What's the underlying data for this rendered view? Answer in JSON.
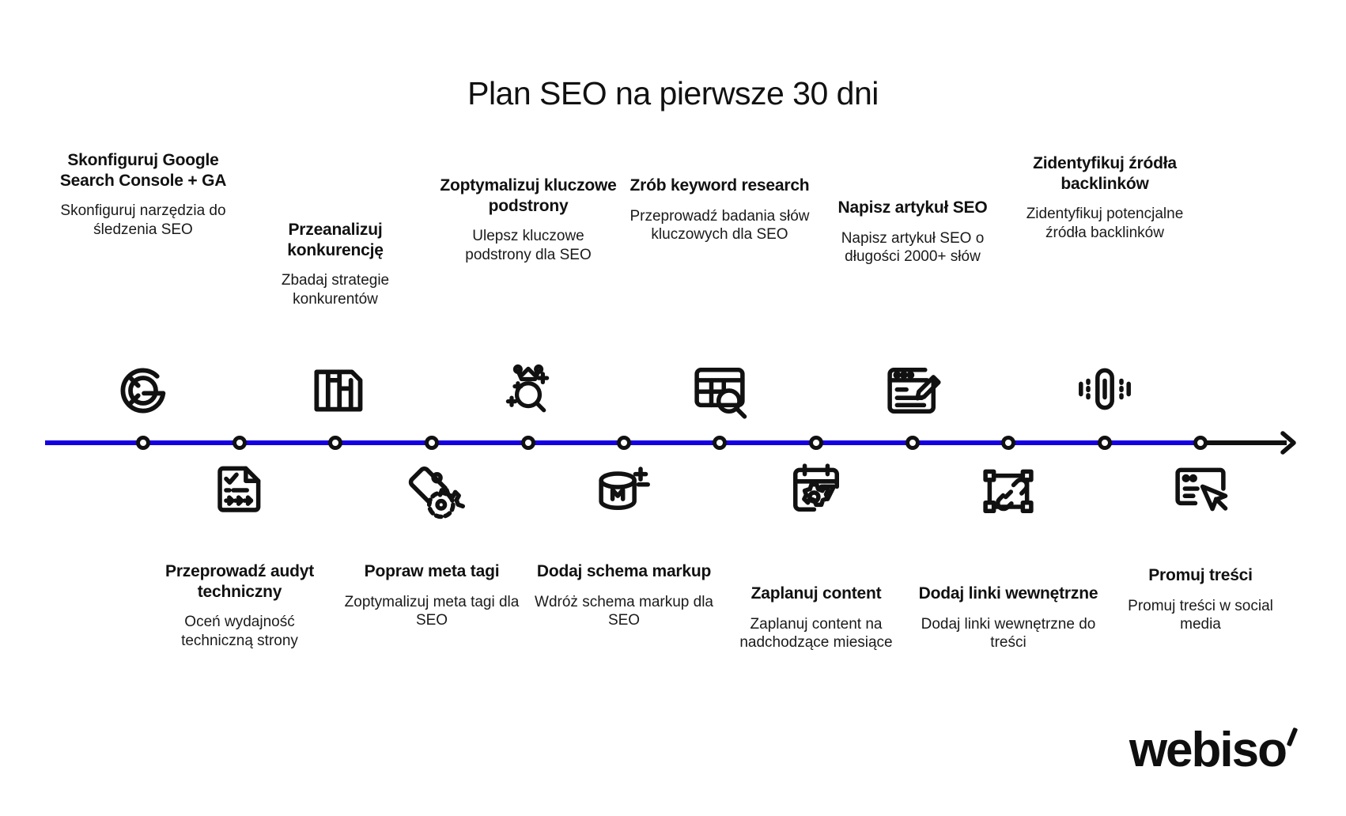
{
  "title": "Plan SEO na pierwsze 30 dni",
  "colors": {
    "timeline_blue": "#1400e0",
    "timeline_black": "#111111",
    "text": "#111111",
    "background": "#ffffff"
  },
  "logo": {
    "text": "webiso",
    "mark": "tick-accent"
  },
  "timeline": {
    "dot_count": 12,
    "arrow": "arrow-right"
  },
  "steps_above": [
    {
      "heading": "Skonfiguruj Google Search Console + GA",
      "desc": "Skonfiguruj narzędzia do śledzenia SEO",
      "icon": "google-g-icon"
    },
    {
      "heading": "Przeanalizuj konkurencję",
      "desc": "Zbadaj strategie konkurentów",
      "icon": "bar-chart-icon"
    },
    {
      "heading": "Zoptymalizuj kluczowe podstrony",
      "desc": "Ulepsz kluczowe podstrony dla SEO",
      "icon": "crown-search-icon"
    },
    {
      "heading": "Zrób keyword research",
      "desc": "Przeprowadź badania słów kluczowych dla SEO",
      "icon": "table-search-icon"
    },
    {
      "heading": "Napisz artykuł SEO",
      "desc": "Napisz artykuł SEO o długości 2000+ słów",
      "icon": "browser-pencil-icon"
    },
    {
      "heading": "Zidentyfikuj źródła backlinków",
      "desc": "Zidentyfikuj potencjalne źródła backlinków",
      "icon": "link-signal-icon"
    }
  ],
  "steps_below": [
    {
      "heading": "Przeprowadź audyt techniczny",
      "desc": "Oceń wydajność techniczną strony",
      "icon": "document-check-icon"
    },
    {
      "heading": "Popraw meta tagi",
      "desc": "Zoptymalizuj meta tagi dla SEO",
      "icon": "tag-gear-icon"
    },
    {
      "heading": "Dodaj schema markup",
      "desc": "Wdróż schema markup dla SEO",
      "icon": "database-markup-icon"
    },
    {
      "heading": "Zaplanuj content",
      "desc": "Zaplanuj content na nadchodzące miesiące",
      "icon": "calendar-gear-icon"
    },
    {
      "heading": "Dodaj linki wewnętrzne",
      "desc": "Dodaj linki wewnętrzne do treści",
      "icon": "link-nodes-icon"
    },
    {
      "heading": "Promuj treści",
      "desc": "Promuj treści w social media",
      "icon": "ad-click-icon"
    }
  ]
}
